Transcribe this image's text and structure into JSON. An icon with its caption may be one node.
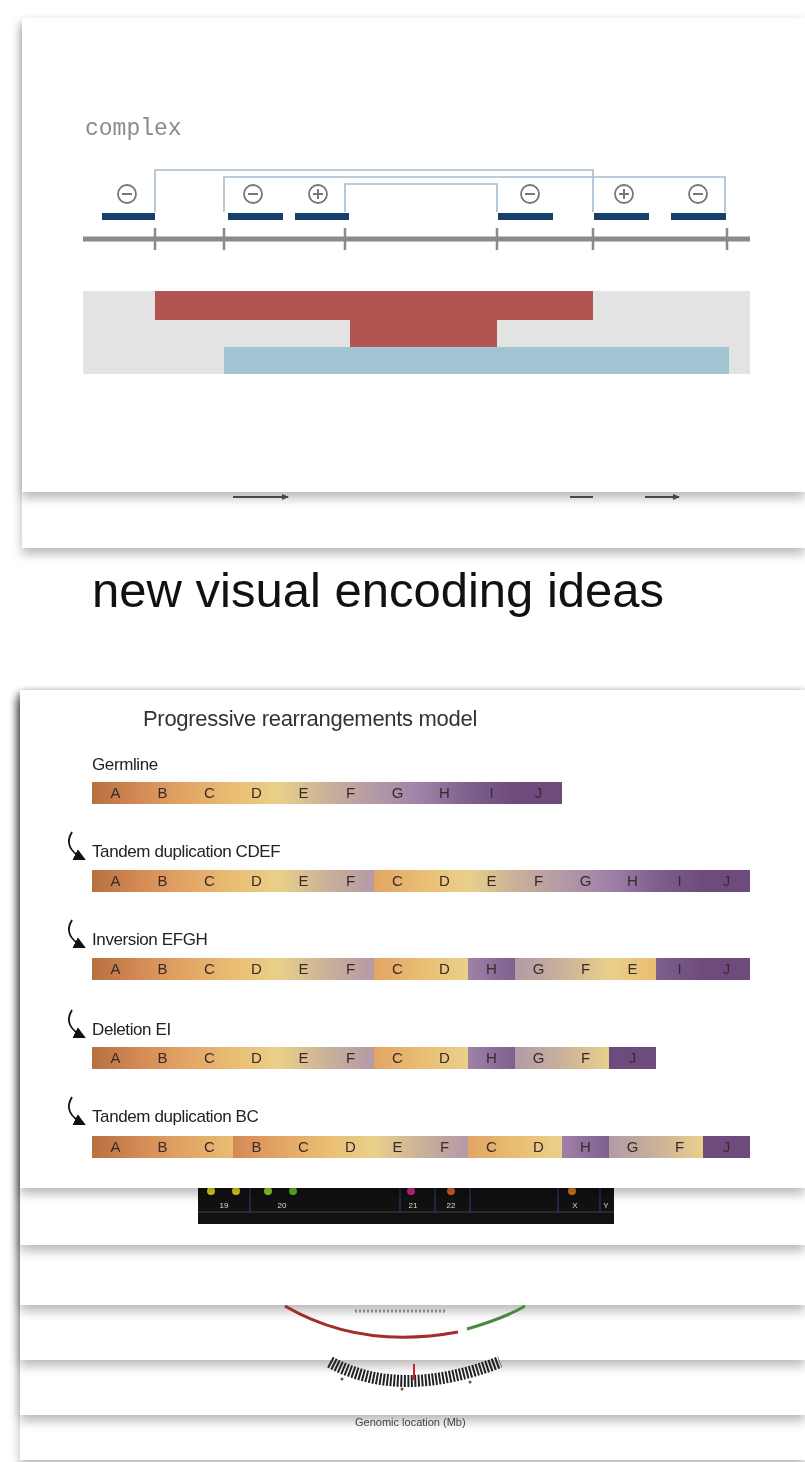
{
  "diagram": {
    "labels": [
      "complex",
      "new visual encoding ideas",
      "Progressive rearrangements model",
      "Germline",
      "A",
      "B",
      "C",
      "D",
      "E",
      "F",
      "G",
      "H",
      "I",
      "J",
      "Tandem duplication CDEF",
      "A",
      "B",
      "C",
      "D",
      "E",
      "F",
      "C",
      "D",
      "E",
      "F",
      "G",
      "H",
      "I",
      "J",
      "Inversion EFGH",
      "A",
      "B",
      "C",
      "D",
      "E",
      "F",
      "C",
      "D",
      "H",
      "G",
      "F",
      "E",
      "I",
      "J",
      "Deletion EI",
      "A",
      "B",
      "C",
      "D",
      "E",
      "F",
      "C",
      "D",
      "H",
      "G",
      "F",
      "J",
      "Tandem duplication BC",
      "A",
      "B",
      "C",
      "B",
      "C",
      "D",
      "E",
      "F",
      "C",
      "D",
      "H",
      "G",
      "F",
      "J",
      "19",
      "20",
      "21",
      "22",
      "X",
      "Y",
      "Genomic location (Mb)"
    ]
  }
}
